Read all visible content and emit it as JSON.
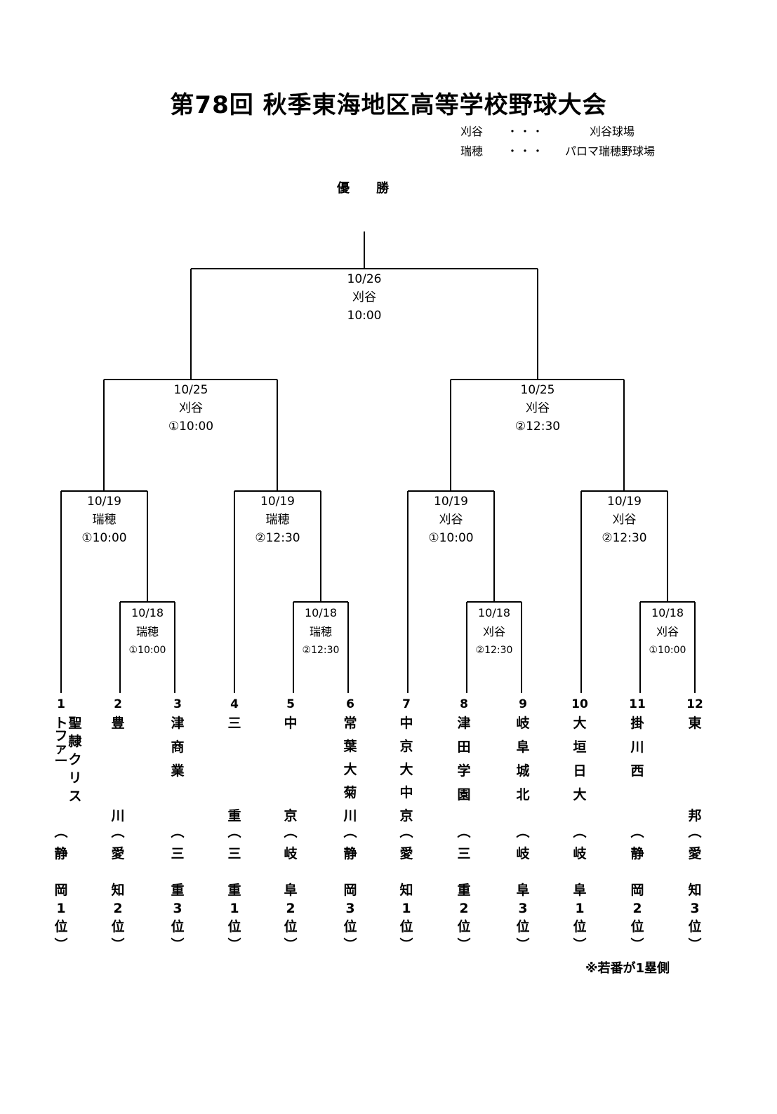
{
  "title": "第78回  秋季東海地区高等学校野球大会",
  "venues": [
    {
      "short": "刈谷",
      "dots": "・・・",
      "full": "刈谷球場"
    },
    {
      "short": "瑞穂",
      "dots": "・・・",
      "full": "パロマ瑞穂野球場"
    }
  ],
  "champion_label": [
    "優",
    "勝"
  ],
  "matches": {
    "final": {
      "date": "10/26",
      "venue": "刈谷",
      "time": "10:00"
    },
    "sf_left": {
      "date": "10/25",
      "venue": "刈谷",
      "time": "①10:00"
    },
    "sf_right": {
      "date": "10/25",
      "venue": "刈谷",
      "time": "②12:30"
    },
    "qf1": {
      "date": "10/19",
      "venue": "瑞穂",
      "time": "①10:00"
    },
    "qf2": {
      "date": "10/19",
      "venue": "瑞穂",
      "time": "②12:30"
    },
    "qf3": {
      "date": "10/19",
      "venue": "刈谷",
      "time": "①10:00"
    },
    "qf4": {
      "date": "10/19",
      "venue": "刈谷",
      "time": "②12:30"
    },
    "r1_1": {
      "date": "10/18",
      "venue": "瑞穂",
      "time": "①10:00"
    },
    "r1_2": {
      "date": "10/18",
      "venue": "瑞穂",
      "time": "②12:30"
    },
    "r1_3": {
      "date": "10/18",
      "venue": "刈谷",
      "time": "②12:30"
    },
    "r1_4": {
      "date": "10/18",
      "venue": "刈谷",
      "time": "①10:00"
    }
  },
  "teams": [
    {
      "num": "1",
      "name": "聖隷クリストファー",
      "col_a": "聖隷クリス",
      "col_b": "トファー",
      "pref": "静岡",
      "rank": "1"
    },
    {
      "num": "2",
      "name": "豊川",
      "pref": "愛知",
      "rank": "2"
    },
    {
      "num": "3",
      "name": "津商業",
      "pref": "三重",
      "rank": "3"
    },
    {
      "num": "4",
      "name": "三重",
      "pref": "三重",
      "rank": "1"
    },
    {
      "num": "5",
      "name": "中京",
      "pref": "岐阜",
      "rank": "2"
    },
    {
      "num": "6",
      "name": "常葉大菊川",
      "pref": "静岡",
      "rank": "3"
    },
    {
      "num": "7",
      "name": "中京大中京",
      "pref": "愛知",
      "rank": "1"
    },
    {
      "num": "8",
      "name": "津田学園",
      "pref": "三重",
      "rank": "2"
    },
    {
      "num": "9",
      "name": "岐阜城北",
      "pref": "岐阜",
      "rank": "3"
    },
    {
      "num": "10",
      "name": "大垣日大",
      "pref": "岐阜",
      "rank": "1"
    },
    {
      "num": "11",
      "name": "掛川西",
      "pref": "静岡",
      "rank": "2"
    },
    {
      "num": "12",
      "name": "東邦",
      "pref": "愛知",
      "rank": "3"
    }
  ],
  "pref_open": "︵",
  "pref_close": "︶",
  "rank_suffix": "位",
  "note": "※若番が1塁側"
}
